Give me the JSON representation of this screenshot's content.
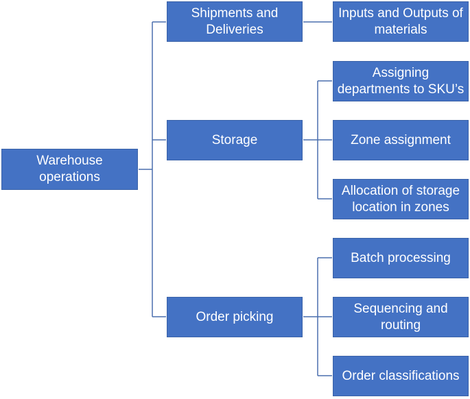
{
  "diagram": {
    "root": {
      "label": "Warehouse\noperations"
    },
    "branches": [
      {
        "label": "Shipments and\nDeliveries",
        "children": [
          {
            "label": "Inputs and Outputs of\nmaterials"
          }
        ]
      },
      {
        "label": "Storage",
        "children": [
          {
            "label": "Assigning\ndepartments to SKU’s"
          },
          {
            "label": "Zone assignment"
          },
          {
            "label": "Allocation of storage\nlocation in zones"
          }
        ]
      },
      {
        "label": "Order picking",
        "children": [
          {
            "label": "Batch processing"
          },
          {
            "label": "Sequencing and\nrouting"
          },
          {
            "label": "Order classifications"
          }
        ]
      }
    ]
  },
  "colors": {
    "node_fill": "#4472c4",
    "connector": "#4a6fae",
    "text": "#ffffff"
  }
}
